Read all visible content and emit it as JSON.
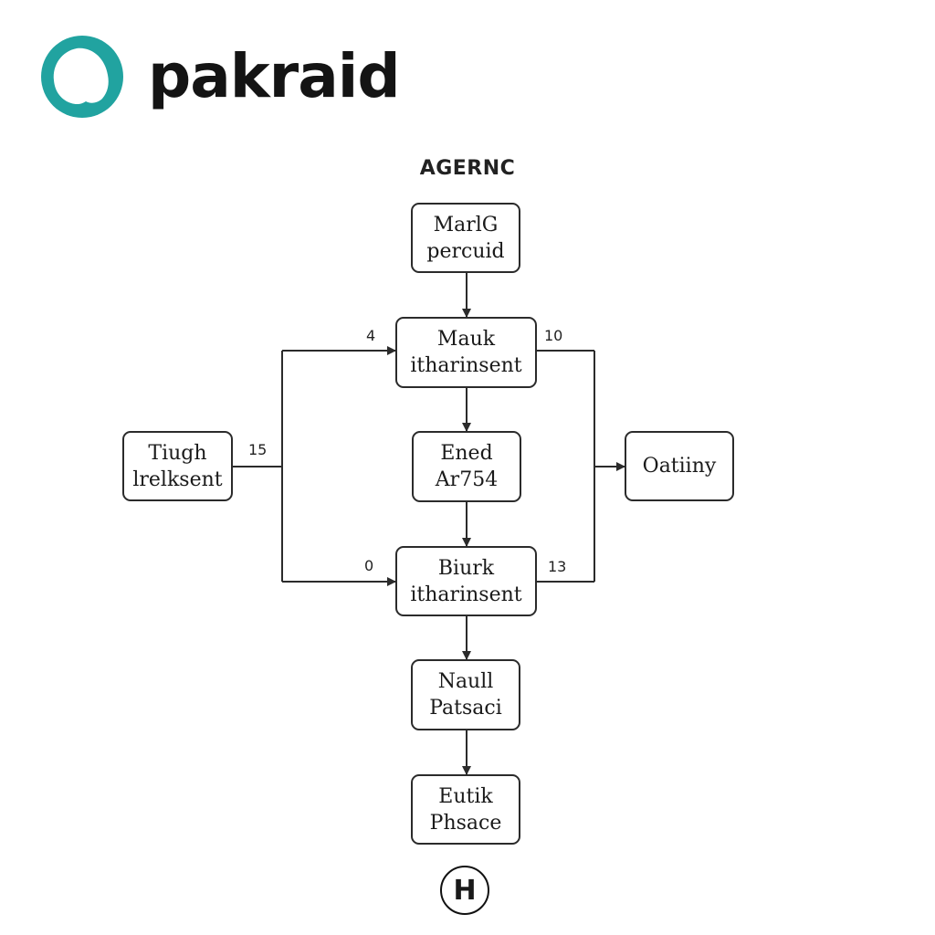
{
  "brand": {
    "name": "pakraid",
    "logo_color": "#21a3a0"
  },
  "diagram": {
    "title": "AGERNC",
    "nodes": {
      "top": {
        "line1": "MarlG",
        "line2": "percuid"
      },
      "upper": {
        "line1": "Mauk",
        "line2": "itharinsent"
      },
      "middle": {
        "line1": "Ened",
        "line2": "Ar754"
      },
      "lower": {
        "line1": "Biurk",
        "line2": "itharinsent"
      },
      "bottom1": {
        "line1": "Naull",
        "line2": "Patsaci"
      },
      "bottom2": {
        "line1": "Eutik",
        "line2": "Phsace"
      },
      "left": {
        "line1": "Tiugh",
        "line2": "lrelksent"
      },
      "right": {
        "line1": "Oatiiny"
      }
    },
    "edge_labels": {
      "left_out": "15",
      "into_upper": "4",
      "into_lower": "0",
      "upper_out": "10",
      "lower_out": "13"
    },
    "end_symbol": "H"
  }
}
